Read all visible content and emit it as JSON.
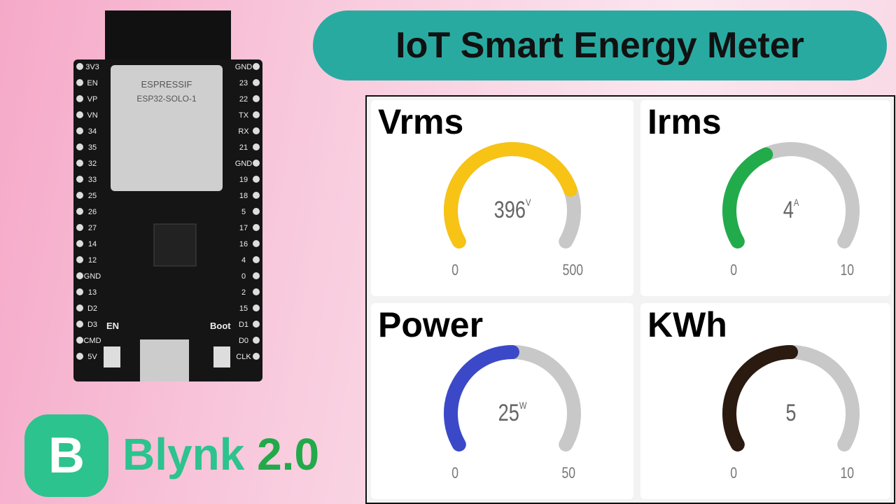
{
  "title": "IoT Smart Energy Meter",
  "brand": {
    "logo_letter": "B",
    "name": "Blynk",
    "version": "2.0"
  },
  "board": {
    "module_text": "ESPRESSIF ESP32-SOLO-1",
    "left_pins": [
      "3V3",
      "EN",
      "VP",
      "VN",
      "34",
      "35",
      "32",
      "33",
      "25",
      "26",
      "27",
      "14",
      "12",
      "GND",
      "13",
      "D2",
      "D3",
      "CMD",
      "5V"
    ],
    "right_pins": [
      "GND",
      "23",
      "22",
      "TX",
      "RX",
      "21",
      "GND",
      "19",
      "18",
      "5",
      "17",
      "16",
      "4",
      "0",
      "2",
      "15",
      "D1",
      "D0",
      "CLK"
    ],
    "buttons": [
      "EN",
      "Boot"
    ]
  },
  "gauges": [
    {
      "label": "Vrms",
      "value": "396",
      "unit": "V",
      "min": "0",
      "max": "500",
      "fraction": 0.792,
      "color": "#f7c315"
    },
    {
      "label": "Irms",
      "value": "4",
      "unit": "A",
      "min": "0",
      "max": "10",
      "fraction": 0.4,
      "color": "#22ab4b"
    },
    {
      "label": "Power",
      "value": "25",
      "unit": "W",
      "min": "0",
      "max": "50",
      "fraction": 0.5,
      "color": "#3b49c9"
    },
    {
      "label": "KWh",
      "value": "5",
      "unit": "",
      "min": "0",
      "max": "10",
      "fraction": 0.5,
      "color": "#2a1a10"
    }
  ]
}
